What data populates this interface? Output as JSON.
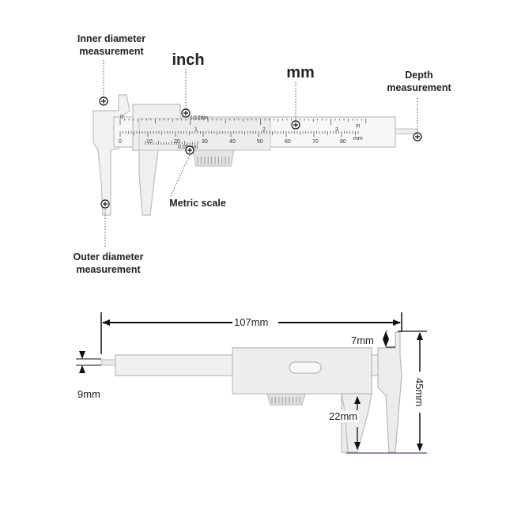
{
  "labels": {
    "inner_diameter": "Inner diameter measurement",
    "inch": "inch",
    "mm": "mm",
    "depth": "Depth measurement",
    "metric_scale": "Metric scale",
    "outer_diameter": "Outer diameter measurement"
  },
  "scale": {
    "inch_marks": [
      "0",
      "1",
      "2",
      "3"
    ],
    "inch_unit": "in",
    "inch_resolution": "1/128in",
    "mm_marks": [
      "0",
      "10",
      "20",
      "30",
      "40",
      "50",
      "60",
      "70",
      "80"
    ],
    "mm_unit": "mm",
    "vernier": "0.05mm"
  },
  "dimensions": {
    "length": "107mm",
    "height": "45mm",
    "jaw_top": "7mm",
    "beam_thickness": "9mm",
    "jaw_inner": "22mm"
  }
}
